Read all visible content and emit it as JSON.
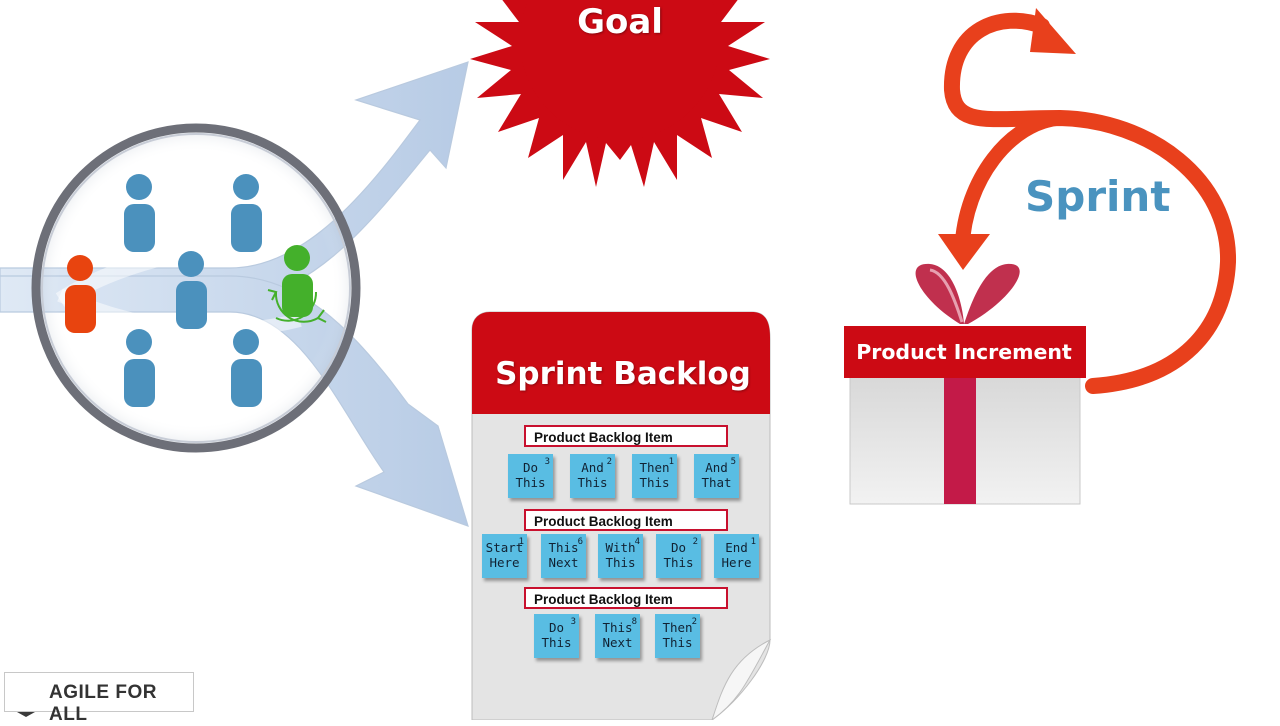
{
  "goal": {
    "label": "Goal"
  },
  "sprint": {
    "label": "Sprint"
  },
  "backlog": {
    "title": "Sprint Backlog",
    "items": [
      {
        "label": "Product Backlog Item",
        "notes": [
          {
            "text": "Do\nThis",
            "num": "3"
          },
          {
            "text": "And\nThis",
            "num": "2"
          },
          {
            "text": "Then\nThis",
            "num": "1"
          },
          {
            "text": "And\nThat",
            "num": "5"
          }
        ]
      },
      {
        "label": "Product Backlog Item",
        "notes": [
          {
            "text": "Start\nHere",
            "num": "1"
          },
          {
            "text": "This\nNext",
            "num": "6"
          },
          {
            "text": "With\nThis",
            "num": "4"
          },
          {
            "text": "Do\nThis",
            "num": "2"
          },
          {
            "text": "End\nHere",
            "num": "1"
          }
        ]
      },
      {
        "label": "Product Backlog Item",
        "notes": [
          {
            "text": "Do\nThis",
            "num": "3"
          },
          {
            "text": "This\nNext",
            "num": "8"
          },
          {
            "text": "Then\nThis",
            "num": "2"
          }
        ]
      }
    ]
  },
  "increment": {
    "label": "Product Increment"
  },
  "logo": {
    "text": "AGILE FOR ALL"
  },
  "colors": {
    "red": "#cc0a14",
    "sprint_arrow": "#e8401c",
    "team_blue": "#4b91bd",
    "product_owner": "#e8440f",
    "scrum_master": "#44b02b",
    "note_blue": "#59bde3",
    "sprint_text": "#4a93bf"
  }
}
